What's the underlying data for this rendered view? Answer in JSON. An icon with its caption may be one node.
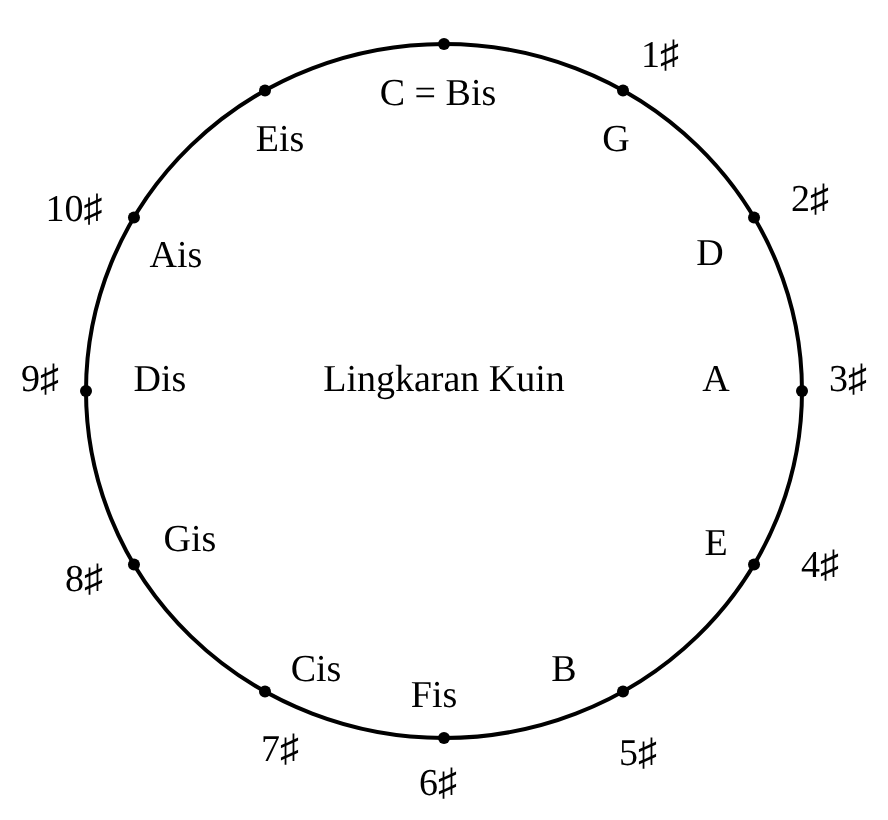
{
  "diagram": {
    "title": "Lingkaran Kuin",
    "labels": [
      "C = Bis",
      "1♯",
      "Eis",
      "G",
      "10♯",
      "Ais",
      "2♯",
      "D",
      "9♯",
      "Dis",
      "A",
      "3♯",
      "Gis",
      "E",
      "4♯",
      "8♯",
      "Cis",
      "B",
      "Fis",
      "7♯",
      "5♯",
      "6♯"
    ]
  }
}
